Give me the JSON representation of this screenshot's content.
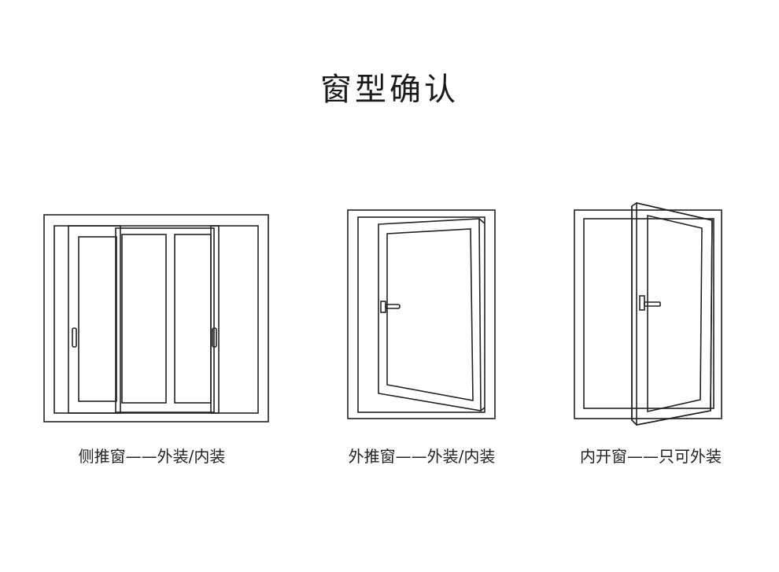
{
  "title": "窗型确认",
  "windows": [
    {
      "caption": "侧推窗——外装/内装",
      "icon": "sliding-window-icon"
    },
    {
      "caption": "外推窗——外装/内装",
      "icon": "outward-casement-window-icon"
    },
    {
      "caption": "内开窗——只可外装",
      "icon": "inward-casement-window-icon"
    }
  ],
  "colors": {
    "line": "#222222",
    "background": "#ffffff"
  }
}
